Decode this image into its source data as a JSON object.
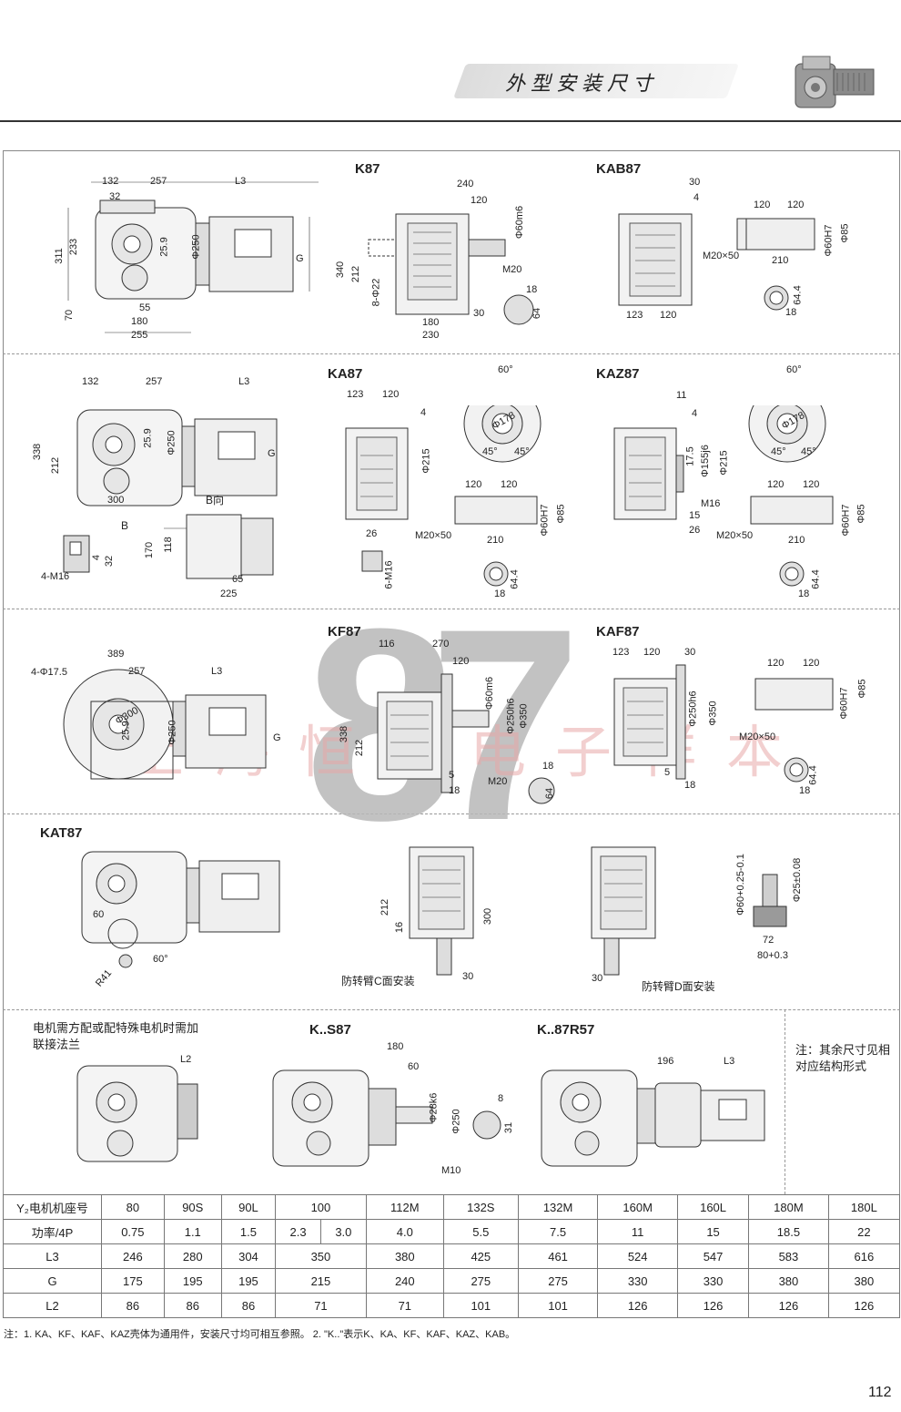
{
  "header": {
    "title": "外型安装尺寸"
  },
  "watermark": {
    "number": "87",
    "text": "上海恒力电子样本"
  },
  "sections": {
    "k87": {
      "label": "K87"
    },
    "kab87": {
      "label": "KAB87"
    },
    "ka87": {
      "label": "KA87",
      "view_label": "B向",
      "view_mark": "B"
    },
    "kaz87": {
      "label": "KAZ87"
    },
    "kf87": {
      "label": "KF87"
    },
    "kaf87": {
      "label": "KAF87"
    },
    "kat87": {
      "label": "KAT87",
      "c_mount": "防转臂C面安装",
      "d_mount": "防转臂D面安装"
    },
    "ks87": {
      "label": "K..S87"
    },
    "k87r57": {
      "label": "K..87R57"
    }
  },
  "dims": {
    "k87_side": [
      "132",
      "257",
      "L3",
      "32",
      "311",
      "233",
      "25.9",
      "Φ250",
      "G",
      "70",
      "55",
      "180",
      "255"
    ],
    "k87_front": [
      "240",
      "120",
      "Φ60m6",
      "340",
      "212",
      "8-Φ22",
      "M20",
      "180",
      "230",
      "30",
      "18",
      "64"
    ],
    "kab87": [
      "30",
      "4",
      "123",
      "120",
      "120",
      "120",
      "M20×50",
      "210",
      "Φ60H7",
      "Φ85",
      "64.4",
      "18"
    ],
    "ka87_side": [
      "132",
      "257",
      "L3",
      "338",
      "212",
      "25.9",
      "Φ250",
      "G",
      "300"
    ],
    "ka87_view": [
      "170",
      "118",
      "65",
      "225",
      "4-M16",
      "4",
      "32"
    ],
    "ka87_front": [
      "123",
      "120",
      "4",
      "Φ215",
      "26",
      "6-M16",
      "60°",
      "Φ178",
      "45°",
      "45°"
    ],
    "ka87_shaft": [
      "120",
      "120",
      "M20×50",
      "210",
      "Φ60H7",
      "Φ85",
      "64.4",
      "18"
    ],
    "kaz87": [
      "11",
      "4",
      "Φ155j6",
      "Φ215",
      "17.5",
      "M16",
      "15",
      "26",
      "60°",
      "Φ178",
      "45°",
      "45°"
    ],
    "kaz87_shaft": [
      "120",
      "120",
      "M20×50",
      "210",
      "Φ60H7",
      "Φ85",
      "64.4",
      "18"
    ],
    "kf87_side": [
      "389",
      "4-Φ17.5",
      "257",
      "L3",
      "Φ300",
      "25.9",
      "Φ250",
      "G"
    ],
    "kf87_front": [
      "116",
      "270",
      "120",
      "Φ60m6",
      "338",
      "212",
      "Φ250h6",
      "Φ350",
      "5",
      "18",
      "M20",
      "18",
      "64"
    ],
    "kaf87": [
      "123",
      "120",
      "30",
      "Φ250h6",
      "Φ350",
      "5",
      "18",
      "120",
      "120",
      "Φ85",
      "Φ60H7",
      "M20×50",
      "64.4",
      "18"
    ],
    "kat87": [
      "60",
      "R41",
      "60°",
      "212",
      "16",
      "300",
      "30",
      "30",
      "Φ60+0.25-0.1",
      "Φ25±0.08",
      "72",
      "80+0.3"
    ],
    "ks87": [
      "180",
      "60",
      "Φ28k6",
      "Φ250",
      "M10",
      "8",
      "31"
    ],
    "k87r57": [
      "196",
      "L3"
    ],
    "flange": [
      "L2"
    ]
  },
  "notes": {
    "motor_note": "电机需方配或配特殊电机时需加联接法兰",
    "other_note": "注：其余尺寸见相对应结构形式"
  },
  "table": {
    "rows": [
      {
        "head": "Y₂电机机座号",
        "cells": [
          "80",
          "90S",
          "90L",
          "100",
          "112M",
          "132S",
          "132M",
          "160M",
          "160L",
          "180M",
          "180L"
        ]
      },
      {
        "head": "功率/4P",
        "cells": [
          "0.75",
          "1.1",
          "1.5",
          "2.3",
          "3.0",
          "4.0",
          "5.5",
          "7.5",
          "11",
          "15",
          "18.5",
          "22"
        ]
      },
      {
        "head": "L3",
        "cells": [
          "246",
          "280",
          "304",
          "350",
          "380",
          "425",
          "461",
          "524",
          "547",
          "583",
          "616"
        ]
      },
      {
        "head": "G",
        "cells": [
          "175",
          "195",
          "195",
          "215",
          "240",
          "275",
          "275",
          "330",
          "330",
          "380",
          "380"
        ]
      },
      {
        "head": "L2",
        "cells": [
          "86",
          "86",
          "86",
          "71",
          "71",
          "101",
          "101",
          "126",
          "126",
          "126",
          "126"
        ]
      }
    ]
  },
  "footnote": "注：1. KA、KF、KAF、KAZ壳体为通用件，安装尺寸均可相互参照。   2. \"K..\"表示K、KA、KF、KAF、KAZ、KAB。",
  "page_number": "112"
}
